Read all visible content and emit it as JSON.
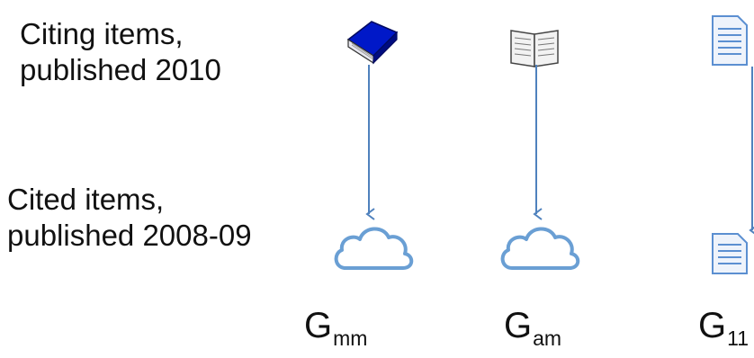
{
  "labels": {
    "citing_line1": "Citing items,",
    "citing_line2": "published 2010",
    "cited_line1": "Cited items,",
    "cited_line2": "published 2008-09"
  },
  "groups": [
    {
      "base": "G",
      "sub": "mm",
      "citing_icon": "blue-book-icon",
      "cited_icon": "cloud-icon"
    },
    {
      "base": "G",
      "sub": "am",
      "citing_icon": "open-book-icon",
      "cited_icon": "cloud-icon"
    },
    {
      "base": "G",
      "sub": "11",
      "citing_icon": "document-icon",
      "cited_icon": "document-icon"
    }
  ],
  "colors": {
    "arrow": "#4f81bd",
    "cloud": "#6a9fd4",
    "book": "#0018c8",
    "doc": "#5b8fd1"
  }
}
